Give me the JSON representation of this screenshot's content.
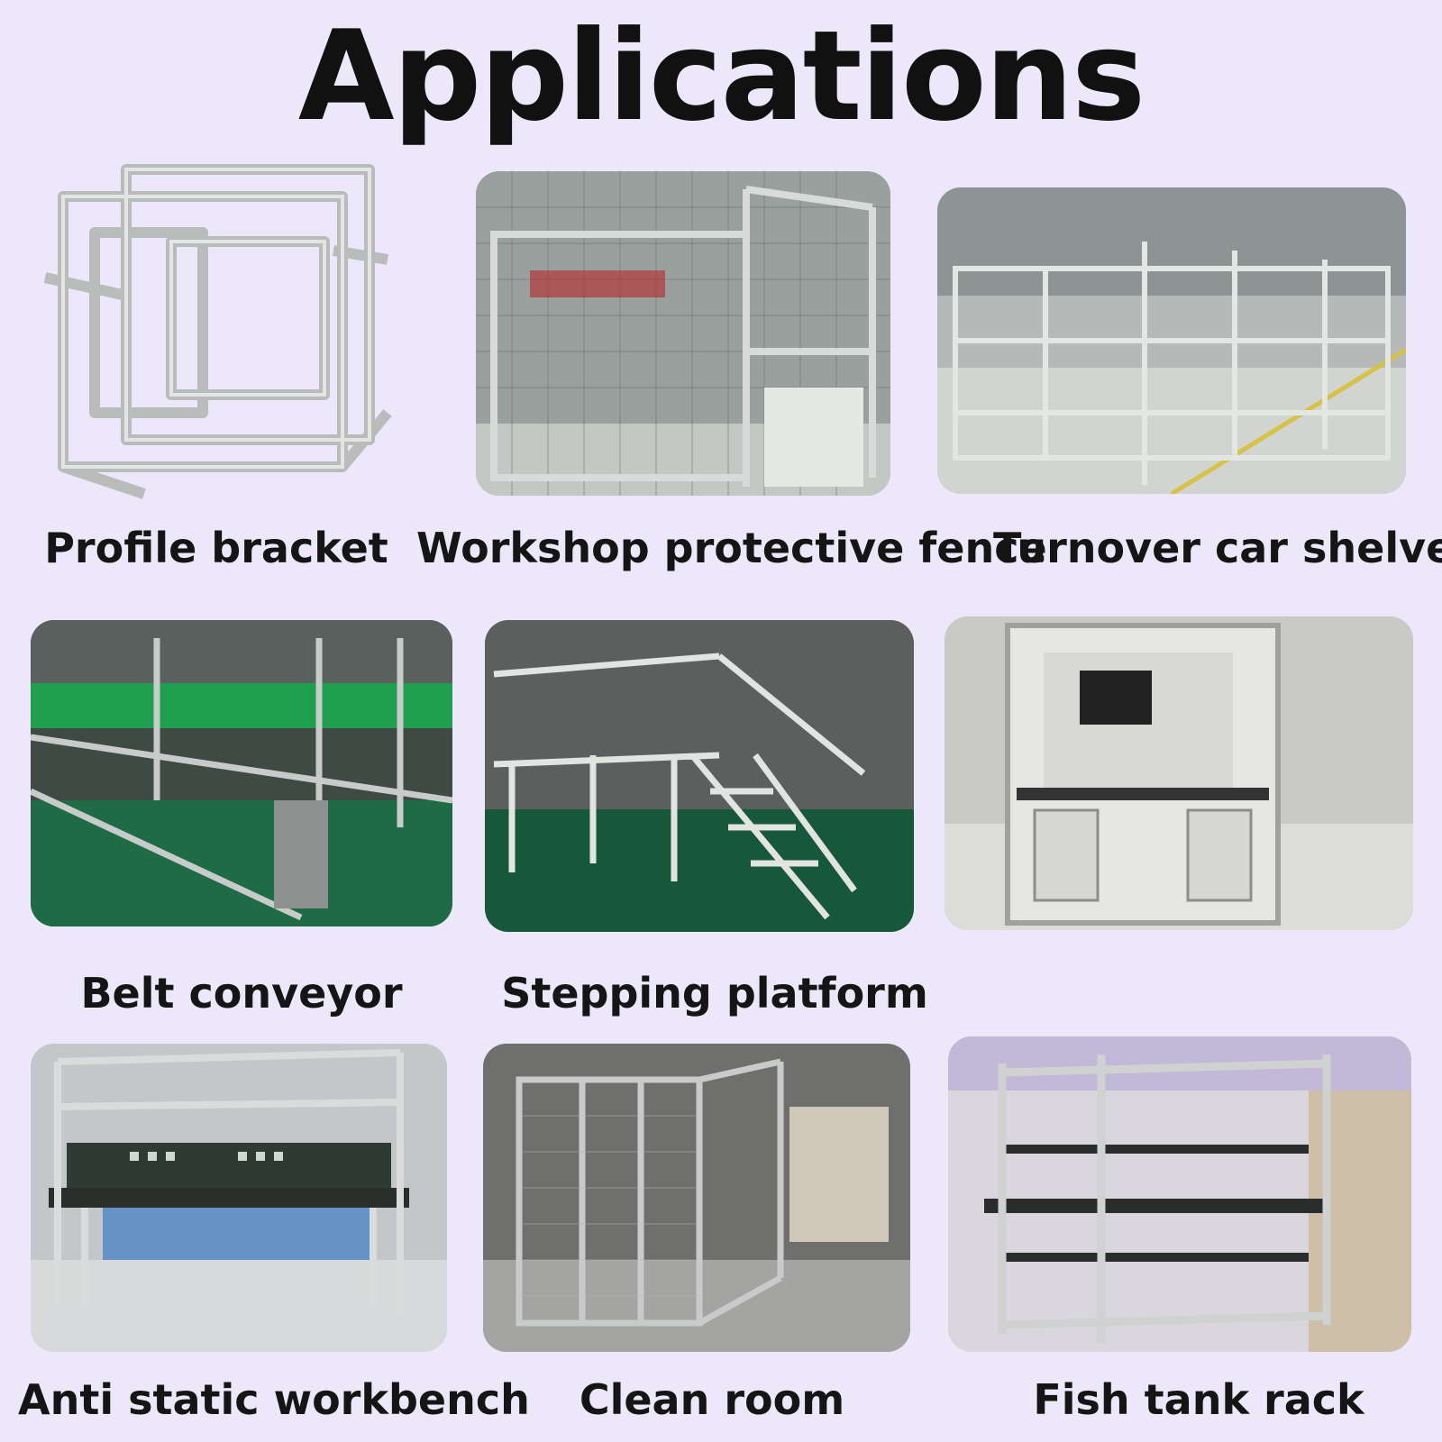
{
  "page": {
    "title": "Applications",
    "background": "#ece8fa"
  },
  "applications": [
    {
      "label": "Profile bracket",
      "image": "aluminum-profile-bracket-frame"
    },
    {
      "label": "Workshop protective fence",
      "image": "workshop-mesh-fence"
    },
    {
      "label": "Turnover car shelves",
      "image": "turnover-car-shelves"
    },
    {
      "label": "Belt conveyor",
      "image": "belt-conveyor-line"
    },
    {
      "label": "Stepping platform",
      "image": "stepping-platform-stairs"
    },
    {
      "label": "",
      "image": "equipment-control-cabinet"
    },
    {
      "label": "Anti static workbench",
      "image": "anti-static-workbench"
    },
    {
      "label": "Clean room",
      "image": "clean-room-enclosure"
    },
    {
      "label": "Fish tank rack",
      "image": "fish-tank-rack"
    }
  ]
}
